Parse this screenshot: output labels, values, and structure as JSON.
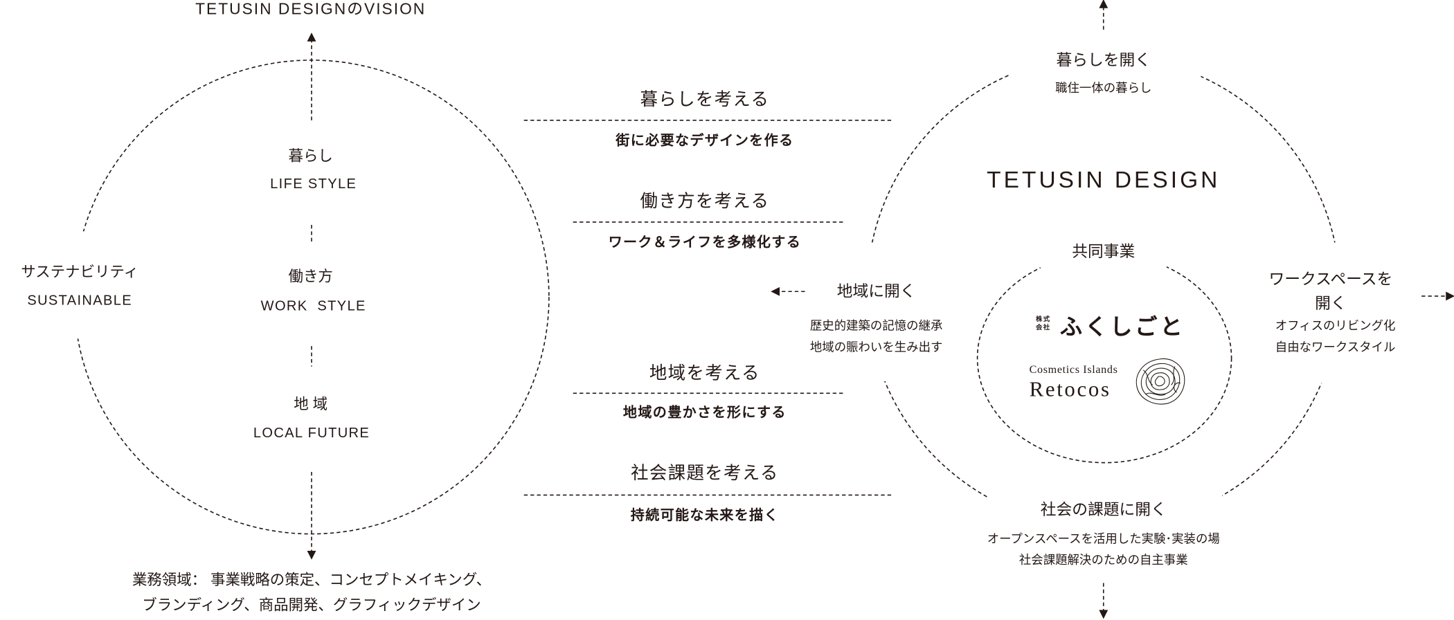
{
  "vision": {
    "title": "TETUSIN DESIGNのVISION",
    "life_jp": "暮らし",
    "life_en": "LIFE STYLE",
    "work_jp": "働き方",
    "work_en": "WORK  STYLE",
    "local_jp": "地 域",
    "local_en": "LOCAL FUTURE",
    "sustain_jp": "サステナビリティ",
    "sustain_en": "SUSTAINABLE",
    "business_line1": "業務領域： 事業戦略の策定、コンセプトメイキング、",
    "business_line2": "ブランディング、商品開発、グラフィックデザイン"
  },
  "themes": [
    {
      "heading": "暮らしを考える",
      "sub": "街に必要なデザインを作る"
    },
    {
      "heading": "働き方を考える",
      "sub": "ワーク＆ライフを多様化する"
    },
    {
      "heading": "地域を考える",
      "sub": "地域の豊かさを形にする"
    },
    {
      "heading": "社会課題を考える",
      "sub": "持続可能な未来を描く"
    }
  ],
  "design": {
    "title": "TETUSIN DESIGN",
    "top": {
      "heading": "暮らしを開く",
      "sub": "職住一体の暮らし"
    },
    "left": {
      "heading": "地域に開く",
      "sub1": "歴史的建築の記憶の継承",
      "sub2": "地域の賑わいを生み出す"
    },
    "right": {
      "heading1": "ワークスペースを",
      "heading2": "開く",
      "sub1": "オフィスのリビング化",
      "sub2": "自由なワークスタイル"
    },
    "bottom": {
      "heading": "社会の課題に開く",
      "sub1": "オープンスペースを活用した実験･実装の場",
      "sub2": "社会課題解決のための自主事業"
    },
    "joint": {
      "label": "共同事業",
      "fukushigoto_prefix1": "株式",
      "fukushigoto_prefix2": "会社",
      "fukushigoto_name": "ふくしごと",
      "retocos_sub": "Cosmetics Islands",
      "retocos_name": "Retocos"
    }
  }
}
